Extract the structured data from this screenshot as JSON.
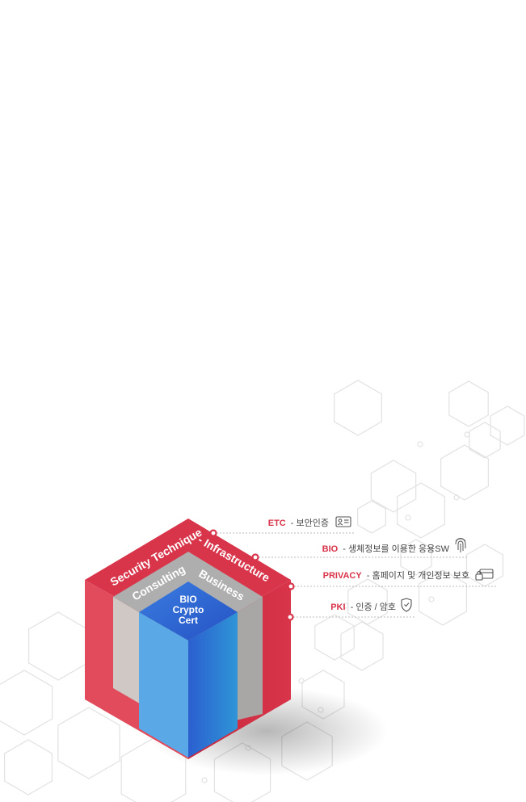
{
  "cube": {
    "outer_top_left": "Security Technique",
    "outer_top_right": "- Infrastructure",
    "middle_top_left": "Consulting",
    "middle_top_right": "Business",
    "core_line1": "BIO",
    "core_line2": "Crypto",
    "core_line3": "Cert"
  },
  "labels": [
    {
      "key": "ETC",
      "desc": "- 보안인증",
      "icon": "id-card-icon"
    },
    {
      "key": "BIO",
      "desc": "- 생체정보를 이용한 응용SW",
      "icon": "fingerprint-icon"
    },
    {
      "key": "PRIVACY",
      "desc": "- 홈페이지 및 개인정보 보호",
      "icon": "lock-card-icon"
    },
    {
      "key": "PKI",
      "desc": "- 인증 / 암호",
      "icon": "shield-icon"
    }
  ],
  "colors": {
    "red": "#d8344a",
    "red_dark": "#b92438",
    "gray_light": "#c9c5c3",
    "gray_mid": "#a7a5a4",
    "blue_light": "#5aa9e6",
    "blue_dark": "#2f6fd1",
    "hex_line": "#e2e2e2"
  }
}
